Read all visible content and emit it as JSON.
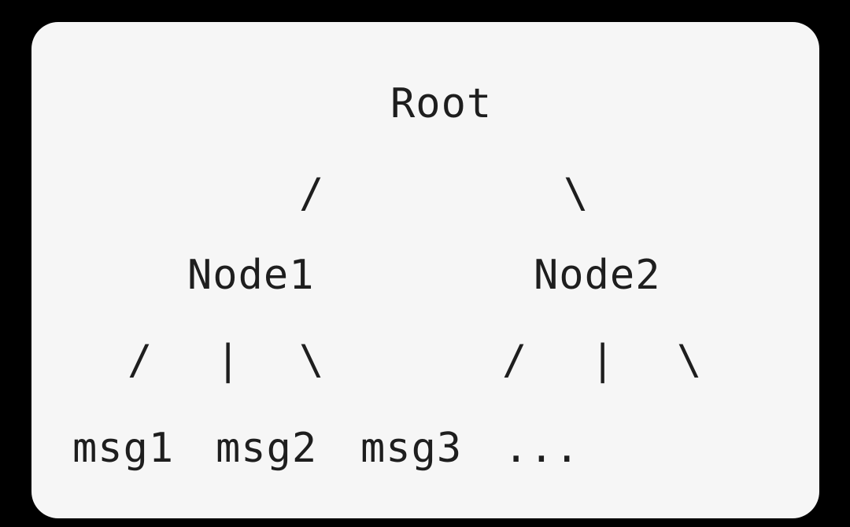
{
  "diagram": {
    "root": "Root",
    "edge_left": "/",
    "edge_right": "\\",
    "node1": "Node1",
    "node2": "Node2",
    "node1_edges": {
      "left": "/",
      "middle": "|",
      "right": "\\"
    },
    "node2_edges": {
      "left": "/",
      "middle": "|",
      "right": "\\"
    },
    "leaves": [
      "msg1",
      "msg2",
      "msg3",
      "..."
    ]
  },
  "colors": {
    "background": "#000000",
    "card": "#f6f6f6",
    "text": "#1e1e1e"
  }
}
